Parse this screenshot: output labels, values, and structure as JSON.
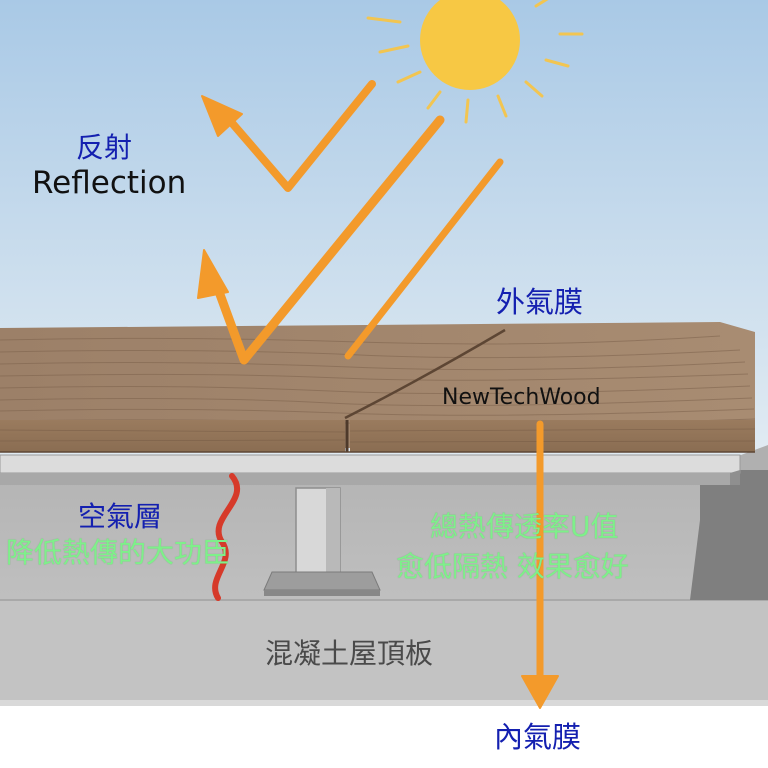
{
  "labels": {
    "reflection_zh": "反射",
    "reflection_en": "Reflection",
    "outer_film": "外氣膜",
    "brand": "NewTechWood",
    "air_layer": "空氣層",
    "air_layer_note": "降低熱傳的大功臣",
    "u_value_line1": "總熱傳透率U值",
    "u_value_line2": "愈低隔熱 效果愈好",
    "roof_slab": "混凝土屋頂板",
    "inner_film": "內氣膜"
  },
  "colors": {
    "sky_top": "#a8c9e6",
    "sky_bottom": "#dfeaf3",
    "sun": "#f7c844",
    "arrow": "#f39a2b",
    "wood": "#a68a70",
    "concrete": "#bcbcbc",
    "label_blue": "#1420b0",
    "label_green": "#7ef08a",
    "heat_wave": "#d63a2a"
  },
  "icons": [
    "sun-icon",
    "heat-wave-icon"
  ]
}
